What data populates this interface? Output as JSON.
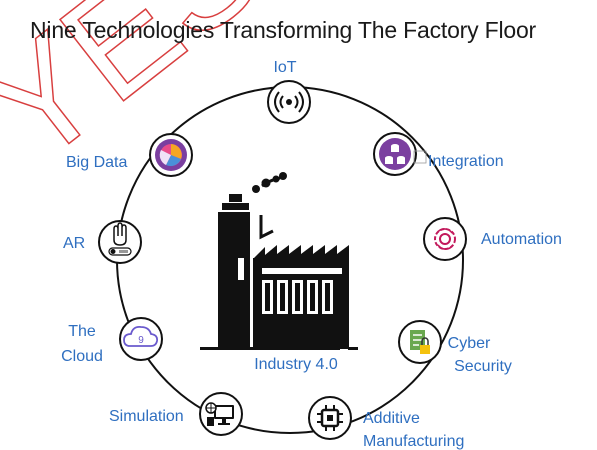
{
  "title": "Nine Technologies Transforming The Factory Floor",
  "watermark": "YES",
  "center": {
    "label": "Industry 4.0"
  },
  "nodes": [
    {
      "key": "iot",
      "label": "IoT",
      "icon": "wireless-signal-icon"
    },
    {
      "key": "integration",
      "label": "Integration",
      "icon": "database-stack-icon",
      "color": "#7b3fa0"
    },
    {
      "key": "automation",
      "label": "Automation",
      "icon": "gear-cycle-icon",
      "color": "#c2185b"
    },
    {
      "key": "cyber",
      "label_lines": [
        "Cyber",
        "Security"
      ],
      "icon": "secure-document-icon",
      "color": "#4caf50"
    },
    {
      "key": "additive",
      "label_lines": [
        "Additive",
        "Manufacturing"
      ],
      "icon": "chip-icon"
    },
    {
      "key": "simulation",
      "label": "Simulation",
      "icon": "computer-simulation-icon"
    },
    {
      "key": "cloud",
      "label_lines": [
        "The",
        "Cloud"
      ],
      "icon_text": "9",
      "icon": "cloud-icon",
      "color": "#6a5acd"
    },
    {
      "key": "ar",
      "label": "AR",
      "icon": "hand-toggle-icon"
    },
    {
      "key": "bigdata",
      "label": "Big Data",
      "icon": "pie-chart-icon"
    }
  ],
  "colors": {
    "label": "#2f6fc0",
    "outline": "#111111",
    "watermark": "#cc0000"
  }
}
